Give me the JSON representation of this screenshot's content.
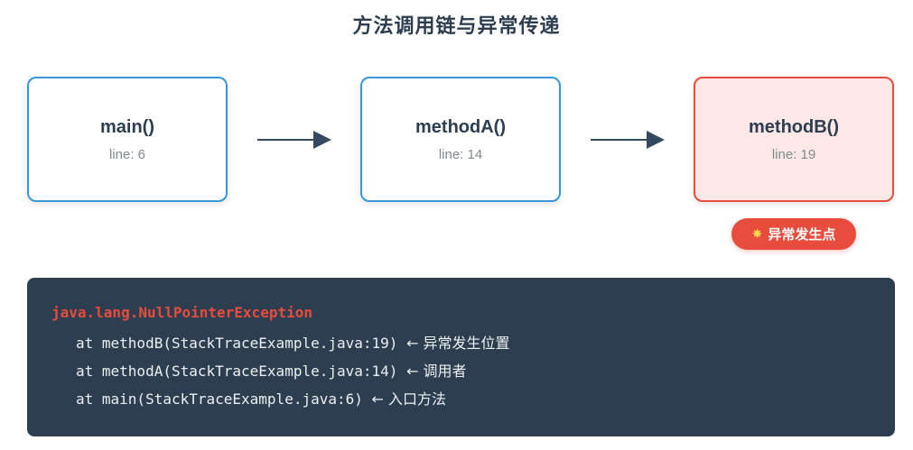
{
  "title": "方法调用链与异常传递",
  "nodes": [
    {
      "name": "main()",
      "line": "line: 6"
    },
    {
      "name": "methodA()",
      "line": "line: 14"
    },
    {
      "name": "methodB()",
      "line": "line: 19"
    }
  ],
  "badge": {
    "icon": "burst-icon",
    "label": "异常发生点"
  },
  "stack_trace": {
    "exception": "java.lang.NullPointerException",
    "frames": [
      {
        "code": "at methodB(StackTraceExample.java:19)",
        "note": "← 异常发生位置"
      },
      {
        "code": "at methodA(StackTraceExample.java:14)",
        "note": "← 调用者"
      },
      {
        "code": "at main(StackTraceExample.java:6)",
        "note": "← 入口方法"
      }
    ]
  },
  "colors": {
    "node_border": "#3498db",
    "error_border": "#e74c3c",
    "error_fill": "#fde8e7",
    "arrow": "#34495e",
    "trace_bg": "#2c3e50",
    "exception_text": "#e74c3c"
  }
}
